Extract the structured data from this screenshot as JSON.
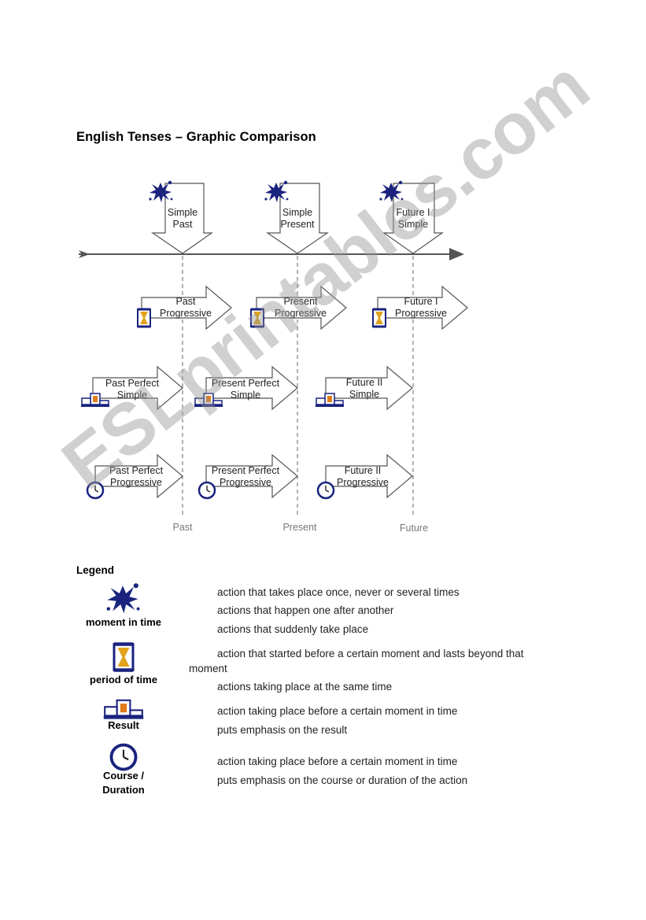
{
  "title": "English Tenses – Graphic Comparison",
  "diagram": {
    "top_row": [
      {
        "line1": "Simple",
        "line2": "Past"
      },
      {
        "line1": "Simple",
        "line2": "Present"
      },
      {
        "line1": "Future I",
        "line2": "Simple"
      }
    ],
    "progressive_row": [
      {
        "line1": "Past",
        "line2": "Progressive"
      },
      {
        "line1": "Present",
        "line2": "Progressive"
      },
      {
        "line1": "Future I",
        "line2": "Progressive"
      }
    ],
    "perfect_simple_row": [
      {
        "line1": "Past Perfect",
        "line2": "Simple"
      },
      {
        "line1": "Present Perfect",
        "line2": "Simple"
      },
      {
        "line1": "Future II",
        "line2": "Simple"
      }
    ],
    "perfect_progressive_row": [
      {
        "line1": "Past Perfect",
        "line2": "Progressive"
      },
      {
        "line1": "Present Perfect",
        "line2": "Progressive"
      },
      {
        "line1": "Future II",
        "line2": "Progressive"
      }
    ],
    "time_labels": [
      "Past",
      "Present",
      "Future"
    ]
  },
  "legend": {
    "title": "Legend",
    "items": [
      {
        "label": "moment in time",
        "icon": "splash-icon",
        "lines": [
          "action that takes place once, never or several times",
          "actions that happen one after another",
          "actions that suddenly take place"
        ]
      },
      {
        "label": "period of time",
        "icon": "hourglass-icon",
        "lines": [
          "action that started before a certain moment and lasts beyond that",
          "moment",
          "actions taking place at the same time"
        ]
      },
      {
        "label": "Result",
        "icon": "podium-icon",
        "lines": [
          "action taking place before a certain moment in time",
          "puts emphasis on the result"
        ]
      },
      {
        "label": "Course / Duration",
        "label_line1": "Course /",
        "label_line2": "Duration",
        "icon": "clock-icon",
        "lines": [
          "action taking place before a certain moment in time",
          "puts emphasis on the course or duration of the action"
        ]
      }
    ]
  },
  "watermark": "ESLprintables.com",
  "colors": {
    "icon_blue": "#1a237e",
    "hourglass_gold": "#e0a31b",
    "arrow_gray": "#555555",
    "watermark_gray": "#9a9a9a"
  }
}
